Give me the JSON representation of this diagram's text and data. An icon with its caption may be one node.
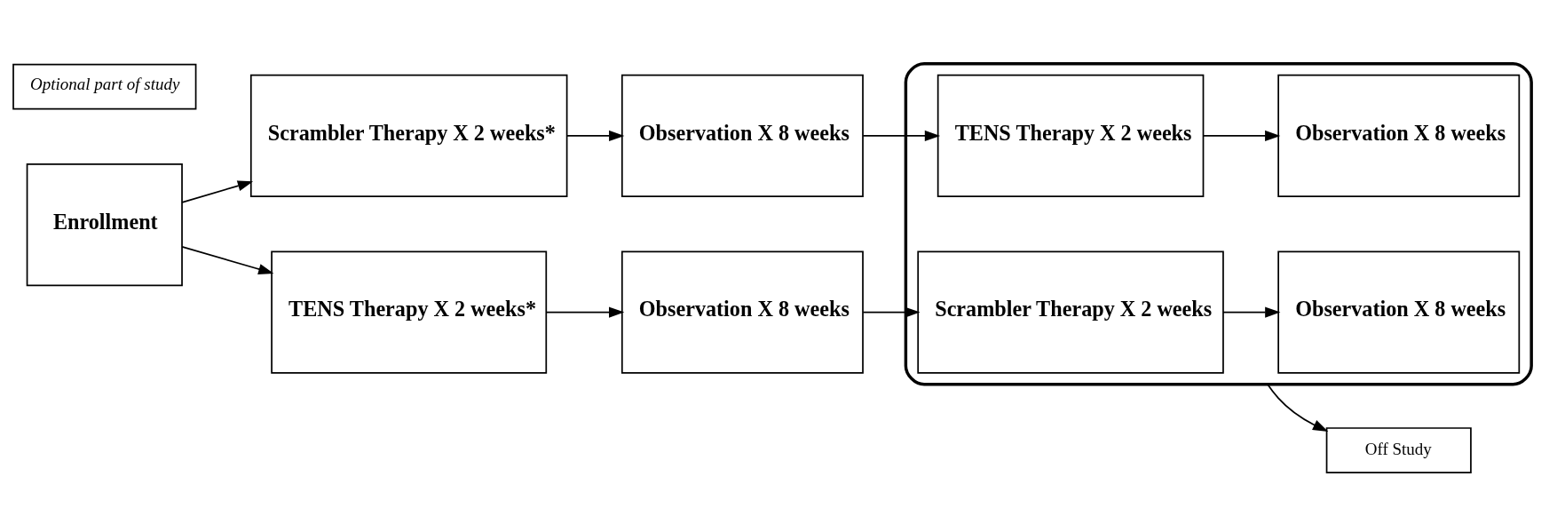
{
  "diagram": {
    "nodes": [
      {
        "text": [
          "Enrollment"
        ]
      },
      {
        "text": [
          "Scrambler Therapy X 2 weeks*"
        ]
      },
      {
        "text": [
          "TENS Therapy X 2 weeks*"
        ]
      },
      {
        "text": [
          "Observation X 8 weeks"
        ]
      },
      {
        "text": [
          "Observation X 8 weeks"
        ]
      },
      {
        "text": [],
        "shape": "bracket"
      },
      {
        "text": [
          "TENS Therapy X 2 weeks"
        ],
        "in": 5
      },
      {
        "text": [
          "Observation X 8 weeks"
        ],
        "in": 5
      },
      {
        "text": [
          "Scrambler Therapy X 2 weeks"
        ],
        "in": 5
      },
      {
        "text": [
          "Observation X 8 weeks"
        ],
        "in": 5
      },
      {
        "text": [
          "Off Study"
        ]
      },
      {
        "text": [
          "Optional part of study"
        ]
      }
    ],
    "edges": [
      {
        "from": 0,
        "to": 1,
        "arrow": "to"
      },
      {
        "from": 0,
        "to": 2,
        "arrow": "to"
      },
      {
        "from": 1,
        "to": 3,
        "arrow": "to"
      },
      {
        "from": 2,
        "to": 4,
        "arrow": "to"
      },
      {
        "from": 3,
        "to": 6,
        "arrow": "to"
      },
      {
        "from": 4,
        "to": 8,
        "arrow": "to"
      },
      {
        "from": 6,
        "to": 7,
        "arrow": "to"
      },
      {
        "from": 8,
        "to": 9,
        "arrow": "to"
      },
      {
        "from": 5,
        "to": 10,
        "arrow": "to"
      }
    ]
  }
}
